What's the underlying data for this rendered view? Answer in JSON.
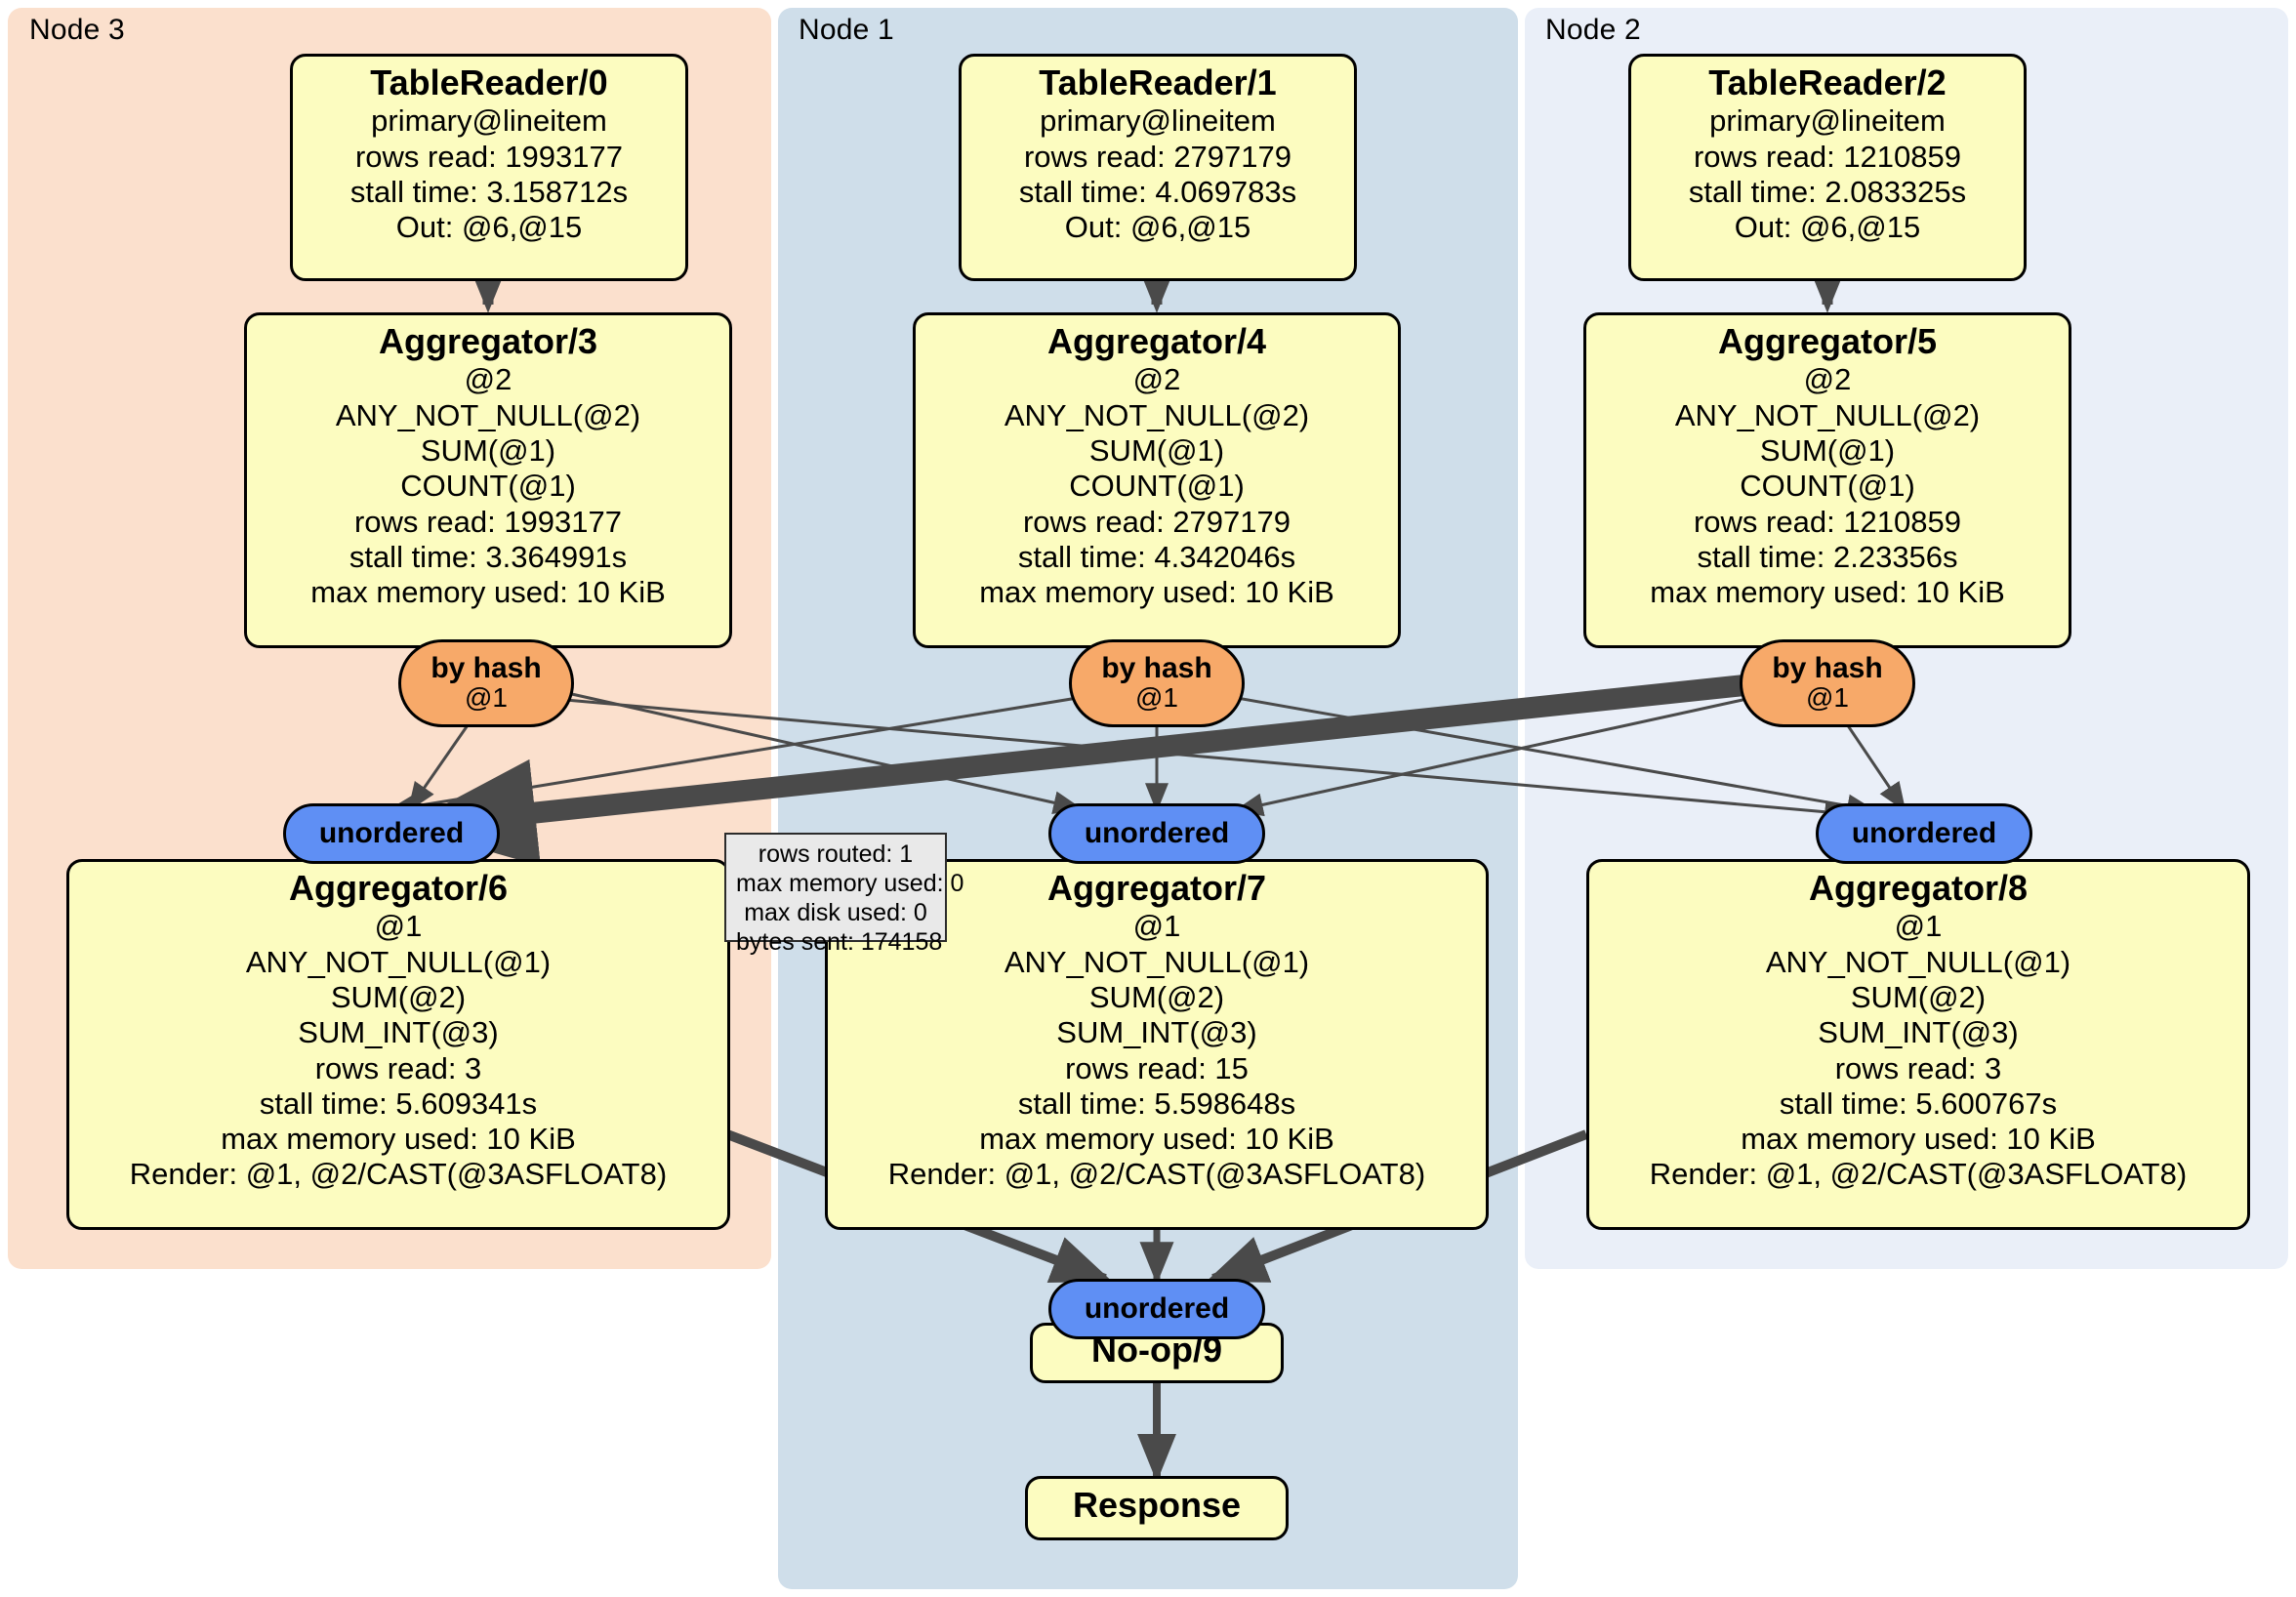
{
  "diagram": {
    "type": "distributed-query-execution-plan",
    "clusters": [
      {
        "id": "node3",
        "label": "Node 3",
        "color": "#fbe0cd"
      },
      {
        "id": "node1",
        "label": "Node 1",
        "color": "#cfdeea"
      },
      {
        "id": "node2",
        "label": "Node 2",
        "color": "#eaeff8"
      }
    ],
    "colors": {
      "processor_fill": "#fcfcc0",
      "byhash_fill": "#f7a969",
      "unordered_fill": "#5f8ff4",
      "stats_fill": "#e9e9e9",
      "edge": "#4a4a4a",
      "border": "#000000"
    },
    "nodes": {
      "tablereader0": {
        "title": "TableReader/0",
        "lines": [
          "primary@lineitem",
          "rows read: 1993177",
          "stall time: 3.158712s",
          "Out: @6,@15"
        ]
      },
      "tablereader1": {
        "title": "TableReader/1",
        "lines": [
          "primary@lineitem",
          "rows read: 2797179",
          "stall time: 4.069783s",
          "Out: @6,@15"
        ]
      },
      "tablereader2": {
        "title": "TableReader/2",
        "lines": [
          "primary@lineitem",
          "rows read: 1210859",
          "stall time: 2.083325s",
          "Out: @6,@15"
        ]
      },
      "aggregator3": {
        "title": "Aggregator/3",
        "lines": [
          "@2",
          "ANY_NOT_NULL(@2)",
          "SUM(@1)",
          "COUNT(@1)",
          "rows read: 1993177",
          "stall time: 3.364991s",
          "max memory used: 10 KiB"
        ]
      },
      "aggregator4": {
        "title": "Aggregator/4",
        "lines": [
          "@2",
          "ANY_NOT_NULL(@2)",
          "SUM(@1)",
          "COUNT(@1)",
          "rows read: 2797179",
          "stall time: 4.342046s",
          "max memory used: 10 KiB"
        ]
      },
      "aggregator5": {
        "title": "Aggregator/5",
        "lines": [
          "@2",
          "ANY_NOT_NULL(@2)",
          "SUM(@1)",
          "COUNT(@1)",
          "rows read: 1210859",
          "stall time: 2.23356s",
          "max memory used: 10 KiB"
        ]
      },
      "aggregator6": {
        "title": "Aggregator/6",
        "lines": [
          "@1",
          "ANY_NOT_NULL(@1)",
          "SUM(@2)",
          "SUM_INT(@3)",
          "rows read: 3",
          "stall time: 5.609341s",
          "max memory used: 10 KiB",
          "Render: @1, @2/CAST(@3ASFLOAT8)"
        ]
      },
      "aggregator7": {
        "title": "Aggregator/7",
        "lines": [
          "@1",
          "ANY_NOT_NULL(@1)",
          "SUM(@2)",
          "SUM_INT(@3)",
          "rows read: 15",
          "stall time: 5.598648s",
          "max memory used: 10 KiB",
          "Render: @1, @2/CAST(@3ASFLOAT8)"
        ]
      },
      "aggregator8": {
        "title": "Aggregator/8",
        "lines": [
          "@1",
          "ANY_NOT_NULL(@1)",
          "SUM(@2)",
          "SUM_INT(@3)",
          "rows read: 3",
          "stall time: 5.600767s",
          "max memory used: 10 KiB",
          "Render: @1, @2/CAST(@3ASFLOAT8)"
        ]
      },
      "noop9": {
        "title": "No-op/9",
        "lines": []
      },
      "response": {
        "title": "Response",
        "lines": []
      }
    },
    "routers": {
      "byhash_left": {
        "title": "by hash",
        "sub": "@1"
      },
      "byhash_mid": {
        "title": "by hash",
        "sub": "@1"
      },
      "byhash_right": {
        "title": "by hash",
        "sub": "@1"
      },
      "unordered_left": {
        "title": "unordered"
      },
      "unordered_mid": {
        "title": "unordered"
      },
      "unordered_right": {
        "title": "unordered"
      },
      "unordered_final": {
        "title": "unordered"
      }
    },
    "stats_tooltip": {
      "lines": [
        "rows routed: 1",
        "max memory used: 0",
        "max disk used: 0",
        "bytes sent: 174158"
      ]
    }
  }
}
